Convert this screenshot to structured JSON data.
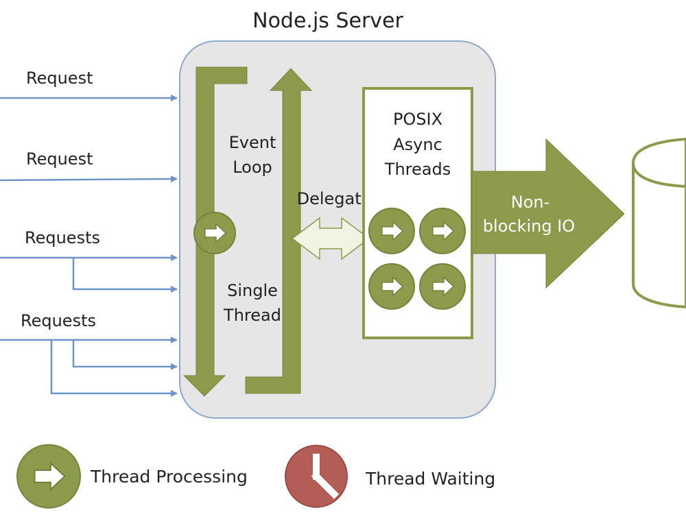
{
  "title": "Node.js Server",
  "requests": [
    {
      "label": "Request"
    },
    {
      "label": "Request"
    },
    {
      "label": "Requests"
    },
    {
      "label": "Requests"
    }
  ],
  "event_loop": {
    "line1": "Event",
    "line2": "Loop"
  },
  "single_thread": {
    "line1": "Single",
    "line2": "Thread"
  },
  "delegate": "Delegate",
  "posix": {
    "line1": "POSIX",
    "line2": "Async",
    "line3": "Threads"
  },
  "nonblocking": {
    "line1": "Non-",
    "line2": "blocking IO"
  },
  "legend": {
    "processing": "Thread Processing",
    "waiting": "Thread Waiting"
  },
  "colors": {
    "olive": "#8b9a4b",
    "olive_dark": "#75843c",
    "server_fill": "#e6e6e6",
    "server_stroke": "#8ea8c8",
    "request_arrow": "#6f92c7",
    "clock": "#b45c56",
    "pale_arrow": "#f1f4e2"
  }
}
